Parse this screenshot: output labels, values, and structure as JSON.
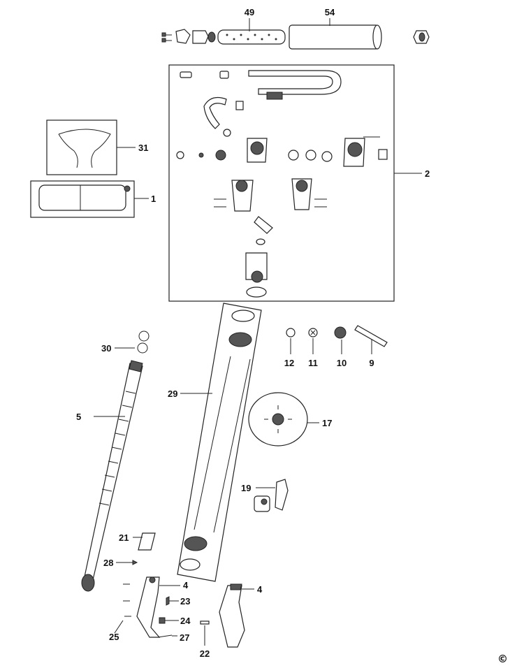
{
  "diagram": {
    "callouts": [
      "49",
      "54",
      "31",
      "1",
      "2",
      "12",
      "11",
      "10",
      "9",
      "30",
      "5",
      "29",
      "17",
      "19",
      "21",
      "28",
      "4",
      "23",
      "24",
      "27",
      "25",
      "22"
    ],
    "second_callout_4": "4",
    "copyright": "©"
  }
}
